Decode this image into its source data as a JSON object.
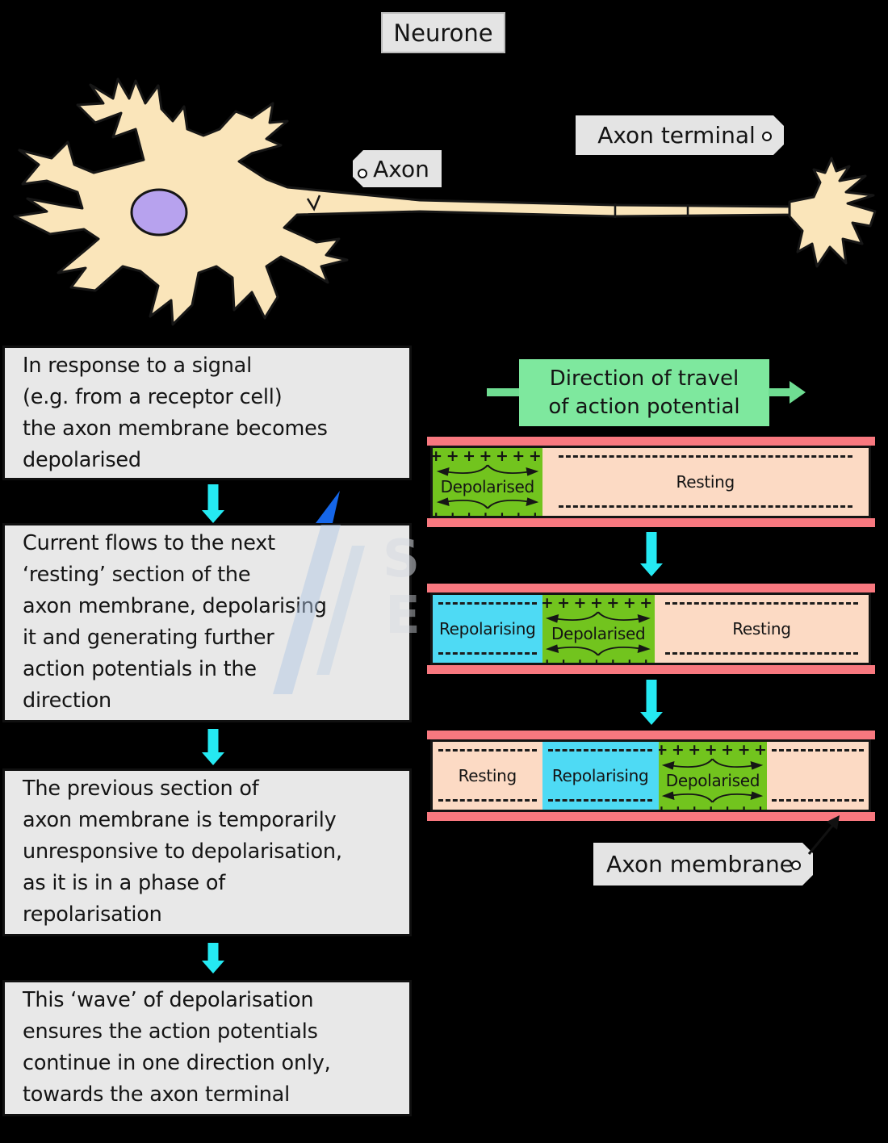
{
  "title": "Neurone",
  "neuron_labels": {
    "axon": "Axon",
    "axon_terminal": "Axon terminal",
    "axon_membrane": "Axon membrane"
  },
  "direction_box": {
    "line1": "Direction of travel",
    "line2": "of action potential"
  },
  "steps": [
    "In response to a signal\n(e.g. from a receptor cell)\nthe axon membrane becomes\ndepolarised",
    "Current flows to the next\n‘resting’ section of the\naxon membrane, depolarising\nit and generating further\naction potentials in the\ndirection",
    "The previous section of\naxon membrane is temporarily\nunresponsive to depolarisation,\nas it is in a phase of\nrepolarisation",
    "This ‘wave’ of depolarisation\nensures the action potentials\ncontinue in one direction only,\ntowards the axon terminal"
  ],
  "membrane_symbols": {
    "plus_row": "+++++++++"
  },
  "membrane_diagrams": [
    {
      "segments": [
        {
          "label": "Depolarised",
          "state": "depolarised",
          "width_pct": 25.1
        },
        {
          "label": "Resting",
          "state": "resting",
          "width_pct": 74.9
        }
      ]
    },
    {
      "segments": [
        {
          "label": "Repolarising",
          "state": "repolarising",
          "width_pct": 25.1
        },
        {
          "label": "Depolarised",
          "state": "depolarised",
          "width_pct": 25.8
        },
        {
          "label": "Resting",
          "state": "resting",
          "width_pct": 49.1
        }
      ]
    },
    {
      "segments": [
        {
          "label": "Resting",
          "state": "resting",
          "width_pct": 25.1
        },
        {
          "label": "Repolarising",
          "state": "repolarising",
          "width_pct": 26.7
        },
        {
          "label": "Depolarised",
          "state": "depolarised",
          "width_pct": 24.9
        },
        {
          "label": "",
          "state": "resting",
          "width_pct": 23.3
        }
      ]
    }
  ],
  "watermark_letters": [
    "S",
    "E"
  ],
  "colors": {
    "background": "#000000",
    "box_fill": "#E8E8E8",
    "label_fill": "#E4E4E4",
    "membrane_bar": "#F8787F",
    "depolarised": "#72C41E",
    "resting": "#FCDAC4",
    "repolarising": "#4EDAF4",
    "flow_arrow": "#25E9F2",
    "direction_green": "#7EE89E",
    "direction_arrow": "#6FDD92",
    "neuron_body": "#FAE5BA",
    "nucleus": "#B7A2EE",
    "watermark_blue": "#1566E8"
  }
}
